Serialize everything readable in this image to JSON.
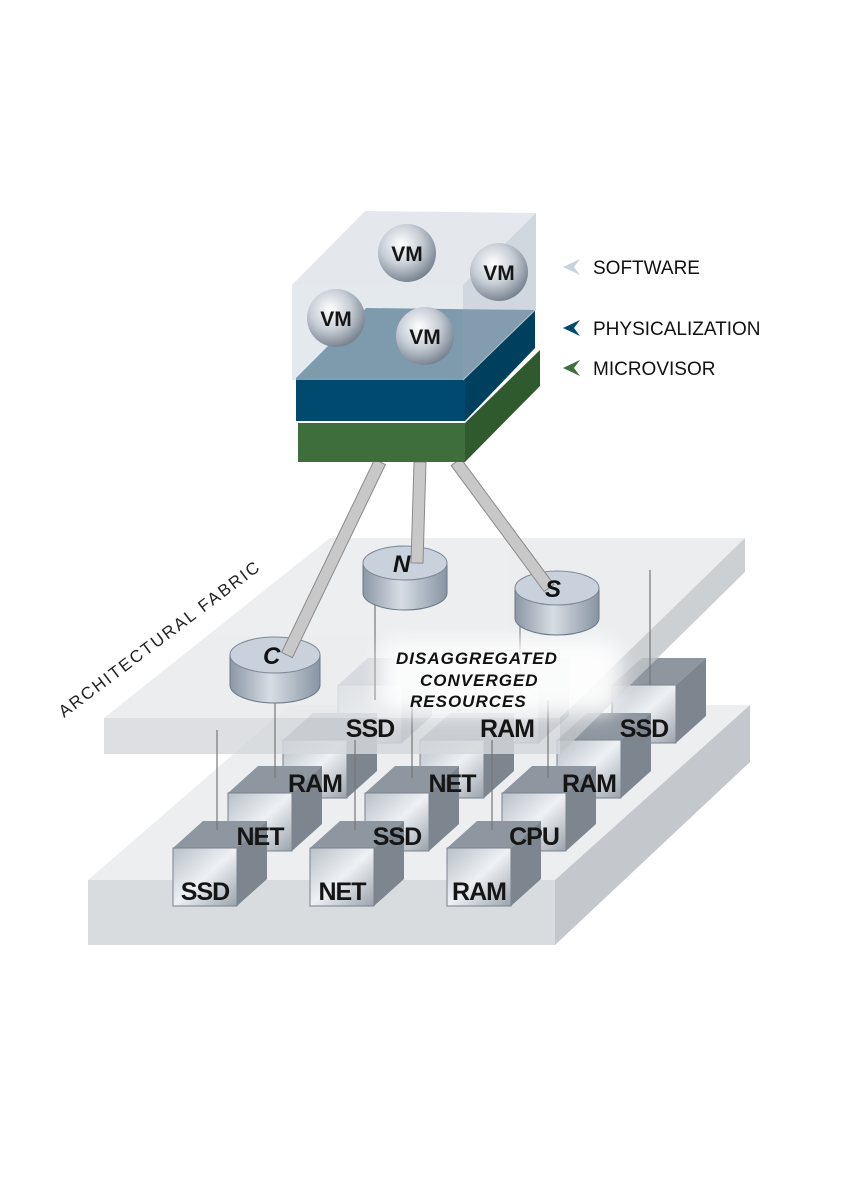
{
  "legend": [
    {
      "label": "SOFTWARE",
      "color": "#c9d3dc"
    },
    {
      "label": "PHYSICALIZATION",
      "color": "#004a70"
    },
    {
      "label": "MICROVISOR",
      "color": "#3e6e3c"
    }
  ],
  "vms": [
    "VM",
    "VM",
    "VM",
    "VM"
  ],
  "pucks": [
    "C",
    "N",
    "S"
  ],
  "fabric_label": "ARCHITECTURAL FABRIC",
  "center_label": [
    "DISAGGREGATED",
    "CONVERGED",
    "RESOURCES"
  ],
  "cubes": [
    {
      "label": "SSD",
      "row": 4,
      "col": 1
    },
    {
      "label": "RAM",
      "row": 4,
      "col": 2
    },
    {
      "label": "SSD",
      "row": 4,
      "col": 3
    },
    {
      "label": "RAM",
      "row": 3,
      "col": 1
    },
    {
      "label": "NET",
      "row": 3,
      "col": 2
    },
    {
      "label": "RAM",
      "row": 3,
      "col": 3
    },
    {
      "label": "NET",
      "row": 2,
      "col": 1
    },
    {
      "label": "SSD",
      "row": 2,
      "col": 2
    },
    {
      "label": "CPU",
      "row": 2,
      "col": 3
    },
    {
      "label": "SSD",
      "row": 1,
      "col": 1
    },
    {
      "label": "NET",
      "row": 1,
      "col": 2
    },
    {
      "label": "RAM",
      "row": 1,
      "col": 3
    }
  ],
  "colors": {
    "software": "#c9d3dc",
    "physicalization": "#004a70",
    "microvisor": "#3e6e3c",
    "plate": "#e4e6e9",
    "cube": "#9aa2ab"
  }
}
